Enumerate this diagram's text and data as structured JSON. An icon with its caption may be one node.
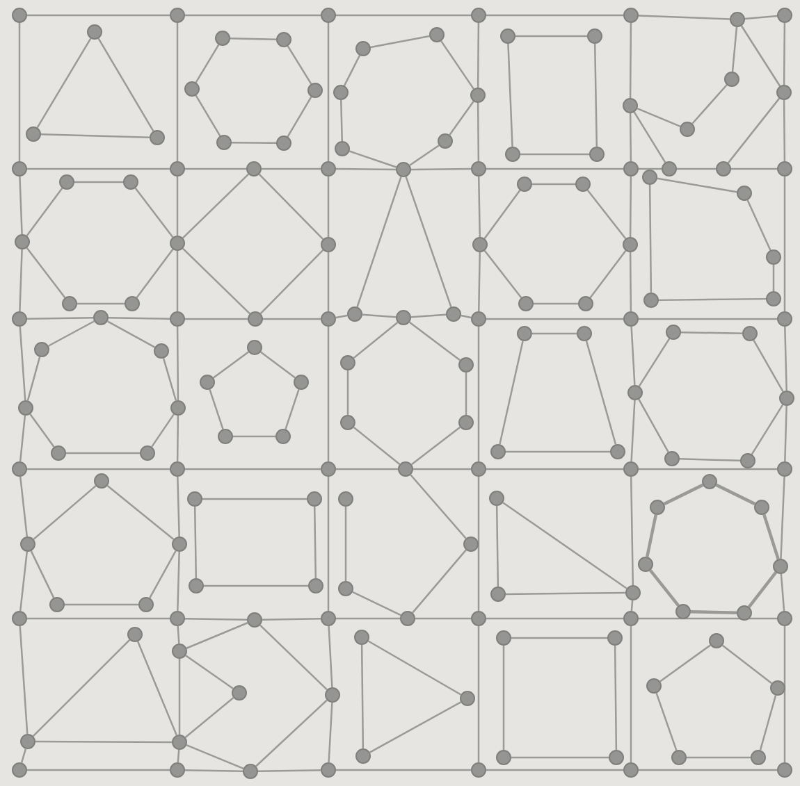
{
  "diagram": {
    "nodes": [
      {
        "text": [],
        "shape": "circle"
      },
      {
        "text": [],
        "shape": "circle"
      },
      {
        "text": [],
        "shape": "circle"
      },
      {
        "text": [],
        "shape": "circle"
      },
      {
        "text": [],
        "shape": "circle"
      },
      {
        "text": [],
        "shape": "circle"
      },
      {
        "text": [],
        "shape": "circle"
      },
      {
        "text": [],
        "shape": "circle"
      },
      {
        "text": [],
        "shape": "circle"
      },
      {
        "text": [],
        "shape": "circle"
      },
      {
        "text": [],
        "shape": "circle"
      },
      {
        "text": [],
        "shape": "circle"
      },
      {
        "text": [],
        "shape": "circle"
      },
      {
        "text": [],
        "shape": "circle"
      },
      {
        "text": [],
        "shape": "circle"
      },
      {
        "text": [],
        "shape": "circle"
      },
      {
        "text": [],
        "shape": "circle"
      },
      {
        "text": [],
        "shape": "circle"
      },
      {
        "text": [],
        "shape": "circle"
      },
      {
        "text": [],
        "shape": "circle"
      },
      {
        "text": [],
        "shape": "circle"
      },
      {
        "text": [],
        "shape": "circle"
      },
      {
        "text": [],
        "shape": "circle"
      },
      {
        "text": [],
        "shape": "circle"
      },
      {
        "text": [],
        "shape": "circle"
      },
      {
        "text": [],
        "shape": "circle"
      },
      {
        "text": [],
        "shape": "circle"
      },
      {
        "text": [],
        "shape": "circle"
      },
      {
        "text": [],
        "shape": "circle"
      },
      {
        "text": [],
        "shape": "circle"
      },
      {
        "text": [],
        "shape": "circle"
      },
      {
        "text": [],
        "shape": "circle"
      },
      {
        "text": [],
        "shape": "circle"
      },
      {
        "text": [],
        "shape": "circle"
      },
      {
        "text": [],
        "shape": "circle"
      },
      {
        "text": [],
        "shape": "circle"
      },
      {
        "text": [],
        "shape": "circle"
      },
      {
        "text": [],
        "shape": "circle"
      },
      {
        "text": [],
        "shape": "circle"
      },
      {
        "text": [],
        "shape": "circle"
      },
      {
        "text": [],
        "shape": "circle"
      },
      {
        "text": [],
        "shape": "circle"
      },
      {
        "text": [],
        "shape": "circle"
      },
      {
        "text": [],
        "shape": "circle"
      },
      {
        "text": [],
        "shape": "circle"
      },
      {
        "text": [],
        "shape": "circle"
      },
      {
        "text": [],
        "shape": "circle"
      },
      {
        "text": [],
        "shape": "circle"
      },
      {
        "text": [],
        "shape": "circle"
      },
      {
        "text": [],
        "shape": "circle"
      },
      {
        "text": [],
        "shape": "circle"
      },
      {
        "text": [],
        "shape": "circle"
      },
      {
        "text": [],
        "shape": "circle"
      },
      {
        "text": [],
        "shape": "circle"
      },
      {
        "text": [],
        "shape": "circle"
      },
      {
        "text": [],
        "shape": "circle"
      },
      {
        "text": [],
        "shape": "circle"
      },
      {
        "text": [],
        "shape": "circle"
      },
      {
        "text": [],
        "shape": "circle"
      },
      {
        "text": [],
        "shape": "circle"
      },
      {
        "text": [],
        "shape": "circle"
      },
      {
        "text": [],
        "shape": "circle"
      },
      {
        "text": [],
        "shape": "circle"
      },
      {
        "text": [],
        "shape": "circle"
      },
      {
        "text": [],
        "shape": "circle"
      },
      {
        "text": [],
        "shape": "circle"
      },
      {
        "text": [],
        "shape": "circle"
      },
      {
        "text": [],
        "shape": "circle"
      },
      {
        "text": [],
        "shape": "circle"
      },
      {
        "text": [],
        "shape": "circle"
      },
      {
        "text": [],
        "shape": "circle"
      },
      {
        "text": [],
        "shape": "circle"
      },
      {
        "text": [],
        "shape": "circle"
      },
      {
        "text": [],
        "shape": "circle"
      },
      {
        "text": [],
        "shape": "circle"
      },
      {
        "text": [],
        "shape": "circle"
      },
      {
        "text": [],
        "shape": "circle"
      },
      {
        "text": [],
        "shape": "circle"
      },
      {
        "text": [],
        "shape": "circle"
      },
      {
        "text": [],
        "shape": "circle"
      },
      {
        "text": [],
        "shape": "circle"
      },
      {
        "text": [],
        "shape": "circle"
      },
      {
        "text": [],
        "shape": "circle"
      },
      {
        "text": [],
        "shape": "circle"
      },
      {
        "text": [],
        "shape": "circle"
      },
      {
        "text": [],
        "shape": "circle"
      },
      {
        "text": [],
        "shape": "circle"
      },
      {
        "text": [],
        "shape": "circle"
      },
      {
        "text": [],
        "shape": "circle"
      },
      {
        "text": [],
        "shape": "circle"
      },
      {
        "text": [],
        "shape": "circle"
      },
      {
        "text": [],
        "shape": "circle"
      },
      {
        "text": [],
        "shape": "circle"
      },
      {
        "text": [],
        "shape": "circle"
      },
      {
        "text": [],
        "shape": "circle"
      },
      {
        "text": [],
        "shape": "circle"
      },
      {
        "text": [],
        "shape": "circle"
      },
      {
        "text": [],
        "shape": "circle"
      },
      {
        "text": [],
        "shape": "circle"
      },
      {
        "text": [],
        "shape": "circle"
      },
      {
        "text": [],
        "shape": "circle"
      },
      {
        "text": [],
        "shape": "circle"
      },
      {
        "text": [],
        "shape": "circle"
      },
      {
        "text": [],
        "shape": "circle"
      },
      {
        "text": [],
        "shape": "circle"
      },
      {
        "text": [],
        "shape": "circle"
      },
      {
        "text": [],
        "shape": "circle"
      },
      {
        "text": [],
        "shape": "circle"
      },
      {
        "text": [],
        "shape": "circle"
      },
      {
        "text": [],
        "shape": "circle"
      },
      {
        "text": [],
        "shape": "circle"
      },
      {
        "text": [],
        "shape": "circle"
      },
      {
        "text": [],
        "shape": "circle"
      },
      {
        "text": [],
        "shape": "circle"
      },
      {
        "text": [],
        "shape": "circle"
      },
      {
        "text": [],
        "shape": "circle"
      },
      {
        "text": [],
        "shape": "circle"
      },
      {
        "text": [],
        "shape": "circle"
      },
      {
        "text": [],
        "shape": "circle"
      },
      {
        "text": [],
        "shape": "circle"
      },
      {
        "text": [],
        "shape": "circle"
      },
      {
        "text": [],
        "shape": "circle"
      },
      {
        "text": [],
        "shape": "circle"
      },
      {
        "text": [],
        "shape": "circle"
      },
      {
        "text": [],
        "shape": "circle"
      },
      {
        "text": [],
        "shape": "circle"
      },
      {
        "text": [],
        "shape": "circle"
      },
      {
        "text": [],
        "shape": "circle"
      },
      {
        "text": [],
        "shape": "circle"
      },
      {
        "text": [],
        "shape": "circle"
      },
      {
        "text": [],
        "shape": "circle"
      },
      {
        "text": [],
        "shape": "circle"
      },
      {
        "text": [],
        "shape": "circle"
      },
      {
        "text": [],
        "shape": "circle"
      },
      {
        "text": [],
        "shape": "circle"
      },
      {
        "text": [],
        "shape": "circle"
      },
      {
        "text": [],
        "shape": "circle"
      },
      {
        "text": [],
        "shape": "circle"
      },
      {
        "text": [],
        "shape": "circle"
      },
      {
        "text": [],
        "shape": "circle"
      },
      {
        "text": [],
        "shape": "circle"
      },
      {
        "text": [],
        "shape": "circle"
      },
      {
        "text": [],
        "shape": "circle"
      },
      {
        "text": [],
        "shape": "circle"
      },
      {
        "text": [],
        "shape": "circle"
      },
      {
        "text": [],
        "shape": "circle"
      },
      {
        "text": [],
        "shape": "circle"
      },
      {
        "text": [],
        "shape": "circle"
      },
      {
        "text": [],
        "shape": "circle"
      },
      {
        "text": [],
        "shape": "circle"
      },
      {
        "text": [],
        "shape": "circle"
      },
      {
        "text": [],
        "shape": "circle"
      },
      {
        "text": [],
        "shape": "circle"
      },
      {
        "text": [],
        "shape": "circle"
      },
      {
        "text": [],
        "shape": "circle"
      },
      {
        "text": [],
        "shape": "circle"
      }
    ],
    "edges": [
      {
        "from": 0,
        "to": 1,
        "arrow": "none"
      },
      {
        "from": 1,
        "to": 2,
        "arrow": "none"
      },
      {
        "from": 2,
        "to": 3,
        "arrow": "none"
      },
      {
        "from": 3,
        "to": 4,
        "arrow": "none"
      },
      {
        "from": 4,
        "to": 56,
        "arrow": "none"
      },
      {
        "from": 56,
        "to": 5,
        "arrow": "none"
      },
      {
        "from": 6,
        "to": 7,
        "arrow": "none"
      },
      {
        "from": 7,
        "to": 69,
        "arrow": "none"
      },
      {
        "from": 69,
        "to": 8,
        "arrow": "none"
      },
      {
        "from": 8,
        "to": 51,
        "arrow": "none"
      },
      {
        "from": 51,
        "to": 9,
        "arrow": "none"
      },
      {
        "from": 9,
        "to": 10,
        "arrow": "none"
      },
      {
        "from": 10,
        "to": 61,
        "arrow": "none"
      },
      {
        "from": 61,
        "to": 62,
        "arrow": "none"
      },
      {
        "from": 62,
        "to": 11,
        "arrow": "none"
      },
      {
        "from": 12,
        "to": 85,
        "arrow": "none"
      },
      {
        "from": 85,
        "to": 13,
        "arrow": "none"
      },
      {
        "from": 13,
        "to": 71,
        "arrow": "none"
      },
      {
        "from": 71,
        "to": 14,
        "arrow": "none"
      },
      {
        "from": 14,
        "to": 72,
        "arrow": "none"
      },
      {
        "from": 72,
        "to": 97,
        "arrow": "none"
      },
      {
        "from": 97,
        "to": 73,
        "arrow": "none"
      },
      {
        "from": 73,
        "to": 15,
        "arrow": "none"
      },
      {
        "from": 15,
        "to": 16,
        "arrow": "none"
      },
      {
        "from": 16,
        "to": 17,
        "arrow": "none"
      },
      {
        "from": 18,
        "to": 19,
        "arrow": "none"
      },
      {
        "from": 19,
        "to": 20,
        "arrow": "none"
      },
      {
        "from": 20,
        "to": 102,
        "arrow": "none"
      },
      {
        "from": 102,
        "to": 21,
        "arrow": "none"
      },
      {
        "from": 21,
        "to": 22,
        "arrow": "none"
      },
      {
        "from": 22,
        "to": 23,
        "arrow": "none"
      },
      {
        "from": 24,
        "to": 25,
        "arrow": "none"
      },
      {
        "from": 25,
        "to": 139,
        "arrow": "none"
      },
      {
        "from": 139,
        "to": 26,
        "arrow": "none"
      },
      {
        "from": 26,
        "to": 125,
        "arrow": "none"
      },
      {
        "from": 125,
        "to": 27,
        "arrow": "none"
      },
      {
        "from": 27,
        "to": 28,
        "arrow": "none"
      },
      {
        "from": 28,
        "to": 29,
        "arrow": "none"
      },
      {
        "from": 30,
        "to": 31,
        "arrow": "none"
      },
      {
        "from": 31,
        "to": 143,
        "arrow": "none"
      },
      {
        "from": 143,
        "to": 32,
        "arrow": "none"
      },
      {
        "from": 32,
        "to": 33,
        "arrow": "none"
      },
      {
        "from": 33,
        "to": 34,
        "arrow": "none"
      },
      {
        "from": 34,
        "to": 35,
        "arrow": "none"
      },
      {
        "from": 0,
        "to": 6,
        "arrow": "none"
      },
      {
        "from": 6,
        "to": 65,
        "arrow": "none"
      },
      {
        "from": 65,
        "to": 12,
        "arrow": "none"
      },
      {
        "from": 12,
        "to": 88,
        "arrow": "none"
      },
      {
        "from": 88,
        "to": 18,
        "arrow": "none"
      },
      {
        "from": 18,
        "to": 114,
        "arrow": "none"
      },
      {
        "from": 114,
        "to": 24,
        "arrow": "none"
      },
      {
        "from": 24,
        "to": 137,
        "arrow": "none"
      },
      {
        "from": 137,
        "to": 30,
        "arrow": "none"
      },
      {
        "from": 1,
        "to": 7,
        "arrow": "none"
      },
      {
        "from": 7,
        "to": 66,
        "arrow": "none"
      },
      {
        "from": 66,
        "to": 13,
        "arrow": "none"
      },
      {
        "from": 13,
        "to": 89,
        "arrow": "none"
      },
      {
        "from": 89,
        "to": 19,
        "arrow": "none"
      },
      {
        "from": 19,
        "to": 115,
        "arrow": "none"
      },
      {
        "from": 115,
        "to": 25,
        "arrow": "none"
      },
      {
        "from": 25,
        "to": 140,
        "arrow": "none"
      },
      {
        "from": 140,
        "to": 138,
        "arrow": "none"
      },
      {
        "from": 138,
        "to": 31,
        "arrow": "none"
      },
      {
        "from": 2,
        "to": 8,
        "arrow": "none"
      },
      {
        "from": 8,
        "to": 70,
        "arrow": "none"
      },
      {
        "from": 70,
        "to": 14,
        "arrow": "none"
      },
      {
        "from": 14,
        "to": 20,
        "arrow": "none"
      },
      {
        "from": 20,
        "to": 26,
        "arrow": "none"
      },
      {
        "from": 26,
        "to": 142,
        "arrow": "none"
      },
      {
        "from": 142,
        "to": 32,
        "arrow": "none"
      },
      {
        "from": 3,
        "to": 48,
        "arrow": "none"
      },
      {
        "from": 48,
        "to": 9,
        "arrow": "none"
      },
      {
        "from": 9,
        "to": 76,
        "arrow": "none"
      },
      {
        "from": 76,
        "to": 15,
        "arrow": "none"
      },
      {
        "from": 15,
        "to": 21,
        "arrow": "none"
      },
      {
        "from": 21,
        "to": 27,
        "arrow": "none"
      },
      {
        "from": 27,
        "to": 33,
        "arrow": "none"
      },
      {
        "from": 4,
        "to": 60,
        "arrow": "none"
      },
      {
        "from": 60,
        "to": 10,
        "arrow": "none"
      },
      {
        "from": 10,
        "to": 77,
        "arrow": "none"
      },
      {
        "from": 77,
        "to": 16,
        "arrow": "none"
      },
      {
        "from": 16,
        "to": 109,
        "arrow": "none"
      },
      {
        "from": 109,
        "to": 22,
        "arrow": "none"
      },
      {
        "from": 22,
        "to": 128,
        "arrow": "none"
      },
      {
        "from": 128,
        "to": 28,
        "arrow": "none"
      },
      {
        "from": 28,
        "to": 34,
        "arrow": "none"
      },
      {
        "from": 5,
        "to": 57,
        "arrow": "none"
      },
      {
        "from": 57,
        "to": 11,
        "arrow": "none"
      },
      {
        "from": 11,
        "to": 17,
        "arrow": "none"
      },
      {
        "from": 17,
        "to": 110,
        "arrow": "none"
      },
      {
        "from": 110,
        "to": 23,
        "arrow": "none"
      },
      {
        "from": 23,
        "to": 133,
        "arrow": "none"
      },
      {
        "from": 133,
        "to": 29,
        "arrow": "none"
      },
      {
        "from": 29,
        "to": 35,
        "arrow": "none"
      },
      {
        "from": 36,
        "to": 37,
        "arrow": "none"
      },
      {
        "from": 36,
        "to": 38,
        "arrow": "none"
      },
      {
        "from": 37,
        "to": 38,
        "arrow": "none"
      },
      {
        "from": 39,
        "to": 40,
        "arrow": "none"
      },
      {
        "from": 40,
        "to": 42,
        "arrow": "none"
      },
      {
        "from": 42,
        "to": 44,
        "arrow": "none"
      },
      {
        "from": 44,
        "to": 43,
        "arrow": "none"
      },
      {
        "from": 43,
        "to": 41,
        "arrow": "none"
      },
      {
        "from": 41,
        "to": 39,
        "arrow": "none"
      },
      {
        "from": 45,
        "to": 46,
        "arrow": "none"
      },
      {
        "from": 46,
        "to": 48,
        "arrow": "none"
      },
      {
        "from": 48,
        "to": 50,
        "arrow": "none"
      },
      {
        "from": 50,
        "to": 51,
        "arrow": "none"
      },
      {
        "from": 51,
        "to": 49,
        "arrow": "none"
      },
      {
        "from": 49,
        "to": 47,
        "arrow": "none"
      },
      {
        "from": 47,
        "to": 45,
        "arrow": "none"
      },
      {
        "from": 52,
        "to": 53,
        "arrow": "none"
      },
      {
        "from": 53,
        "to": 55,
        "arrow": "none"
      },
      {
        "from": 55,
        "to": 54,
        "arrow": "none"
      },
      {
        "from": 54,
        "to": 52,
        "arrow": "none"
      },
      {
        "from": 56,
        "to": 57,
        "arrow": "none"
      },
      {
        "from": 57,
        "to": 62,
        "arrow": "none"
      },
      {
        "from": 56,
        "to": 58,
        "arrow": "none"
      },
      {
        "from": 58,
        "to": 59,
        "arrow": "none"
      },
      {
        "from": 59,
        "to": 60,
        "arrow": "none"
      },
      {
        "from": 60,
        "to": 61,
        "arrow": "none"
      },
      {
        "from": 63,
        "to": 64,
        "arrow": "none"
      },
      {
        "from": 64,
        "to": 66,
        "arrow": "none"
      },
      {
        "from": 66,
        "to": 68,
        "arrow": "none"
      },
      {
        "from": 68,
        "to": 67,
        "arrow": "none"
      },
      {
        "from": 67,
        "to": 65,
        "arrow": "none"
      },
      {
        "from": 65,
        "to": 63,
        "arrow": "none"
      },
      {
        "from": 69,
        "to": 66,
        "arrow": "none"
      },
      {
        "from": 69,
        "to": 70,
        "arrow": "none"
      },
      {
        "from": 66,
        "to": 71,
        "arrow": "none"
      },
      {
        "from": 70,
        "to": 71,
        "arrow": "none"
      },
      {
        "from": 51,
        "to": 72,
        "arrow": "none"
      },
      {
        "from": 51,
        "to": 73,
        "arrow": "none"
      },
      {
        "from": 74,
        "to": 75,
        "arrow": "none"
      },
      {
        "from": 75,
        "to": 77,
        "arrow": "none"
      },
      {
        "from": 77,
        "to": 79,
        "arrow": "none"
      },
      {
        "from": 79,
        "to": 78,
        "arrow": "none"
      },
      {
        "from": 78,
        "to": 76,
        "arrow": "none"
      },
      {
        "from": 76,
        "to": 74,
        "arrow": "none"
      },
      {
        "from": 80,
        "to": 81,
        "arrow": "none"
      },
      {
        "from": 81,
        "to": 82,
        "arrow": "none"
      },
      {
        "from": 82,
        "to": 83,
        "arrow": "none"
      },
      {
        "from": 83,
        "to": 84,
        "arrow": "none"
      },
      {
        "from": 84,
        "to": 80,
        "arrow": "none"
      },
      {
        "from": 85,
        "to": 86,
        "arrow": "none"
      },
      {
        "from": 85,
        "to": 87,
        "arrow": "none"
      },
      {
        "from": 87,
        "to": 89,
        "arrow": "none"
      },
      {
        "from": 89,
        "to": 91,
        "arrow": "none"
      },
      {
        "from": 91,
        "to": 90,
        "arrow": "none"
      },
      {
        "from": 90,
        "to": 88,
        "arrow": "none"
      },
      {
        "from": 88,
        "to": 86,
        "arrow": "none"
      },
      {
        "from": 92,
        "to": 93,
        "arrow": "none"
      },
      {
        "from": 92,
        "to": 94,
        "arrow": "none"
      },
      {
        "from": 94,
        "to": 96,
        "arrow": "none"
      },
      {
        "from": 96,
        "to": 95,
        "arrow": "none"
      },
      {
        "from": 95,
        "to": 93,
        "arrow": "none"
      },
      {
        "from": 97,
        "to": 98,
        "arrow": "none"
      },
      {
        "from": 97,
        "to": 99,
        "arrow": "none"
      },
      {
        "from": 99,
        "to": 101,
        "arrow": "none"
      },
      {
        "from": 101,
        "to": 102,
        "arrow": "none"
      },
      {
        "from": 102,
        "to": 100,
        "arrow": "none"
      },
      {
        "from": 100,
        "to": 98,
        "arrow": "none"
      },
      {
        "from": 103,
        "to": 104,
        "arrow": "none"
      },
      {
        "from": 104,
        "to": 106,
        "arrow": "none"
      },
      {
        "from": 106,
        "to": 105,
        "arrow": "none"
      },
      {
        "from": 105,
        "to": 103,
        "arrow": "none"
      },
      {
        "from": 107,
        "to": 108,
        "arrow": "none"
      },
      {
        "from": 108,
        "to": 110,
        "arrow": "none"
      },
      {
        "from": 110,
        "to": 112,
        "arrow": "none"
      },
      {
        "from": 112,
        "to": 111,
        "arrow": "none"
      },
      {
        "from": 111,
        "to": 109,
        "arrow": "none"
      },
      {
        "from": 109,
        "to": 107,
        "arrow": "none"
      },
      {
        "from": 113,
        "to": 114,
        "arrow": "none"
      },
      {
        "from": 113,
        "to": 115,
        "arrow": "none"
      },
      {
        "from": 115,
        "to": 117,
        "arrow": "none"
      },
      {
        "from": 117,
        "to": 116,
        "arrow": "none"
      },
      {
        "from": 116,
        "to": 114,
        "arrow": "none"
      },
      {
        "from": 118,
        "to": 119,
        "arrow": "none"
      },
      {
        "from": 119,
        "to": 121,
        "arrow": "none"
      },
      {
        "from": 121,
        "to": 120,
        "arrow": "none"
      },
      {
        "from": 120,
        "to": 118,
        "arrow": "none"
      },
      {
        "from": 102,
        "to": 123,
        "arrow": "none"
      },
      {
        "from": 123,
        "to": 125,
        "arrow": "none"
      },
      {
        "from": 125,
        "to": 124,
        "arrow": "none"
      },
      {
        "from": 124,
        "to": 122,
        "arrow": "none"
      },
      {
        "from": 126,
        "to": 127,
        "arrow": "none"
      },
      {
        "from": 126,
        "to": 128,
        "arrow": "none"
      },
      {
        "from": 127,
        "to": 128,
        "arrow": "none"
      },
      {
        "from": 129,
        "to": 130,
        "arrow": "none",
        "style": "thick"
      },
      {
        "from": 129,
        "to": 131,
        "arrow": "none",
        "style": "thick"
      },
      {
        "from": 131,
        "to": 133,
        "arrow": "none",
        "style": "thick"
      },
      {
        "from": 133,
        "to": 135,
        "arrow": "none",
        "style": "thick"
      },
      {
        "from": 135,
        "to": 134,
        "arrow": "none",
        "style": "thick"
      },
      {
        "from": 134,
        "to": 132,
        "arrow": "none",
        "style": "thick"
      },
      {
        "from": 132,
        "to": 130,
        "arrow": "none",
        "style": "thick"
      },
      {
        "from": 136,
        "to": 137,
        "arrow": "none"
      },
      {
        "from": 136,
        "to": 138,
        "arrow": "none"
      },
      {
        "from": 137,
        "to": 138,
        "arrow": "none"
      },
      {
        "from": 139,
        "to": 140,
        "arrow": "none"
      },
      {
        "from": 139,
        "to": 142,
        "arrow": "none"
      },
      {
        "from": 140,
        "to": 141,
        "arrow": "none"
      },
      {
        "from": 141,
        "to": 138,
        "arrow": "none"
      },
      {
        "from": 142,
        "to": 143,
        "arrow": "none"
      },
      {
        "from": 138,
        "to": 143,
        "arrow": "none"
      },
      {
        "from": 144,
        "to": 145,
        "arrow": "none"
      },
      {
        "from": 145,
        "to": 146,
        "arrow": "none"
      },
      {
        "from": 146,
        "to": 144,
        "arrow": "none"
      },
      {
        "from": 147,
        "to": 148,
        "arrow": "none"
      },
      {
        "from": 148,
        "to": 150,
        "arrow": "none"
      },
      {
        "from": 150,
        "to": 149,
        "arrow": "none"
      },
      {
        "from": 149,
        "to": 147,
        "arrow": "none"
      },
      {
        "from": 151,
        "to": 152,
        "arrow": "none"
      },
      {
        "from": 151,
        "to": 153,
        "arrow": "none"
      },
      {
        "from": 153,
        "to": 155,
        "arrow": "none"
      },
      {
        "from": 155,
        "to": 154,
        "arrow": "none"
      },
      {
        "from": 154,
        "to": 152,
        "arrow": "none"
      }
    ]
  }
}
